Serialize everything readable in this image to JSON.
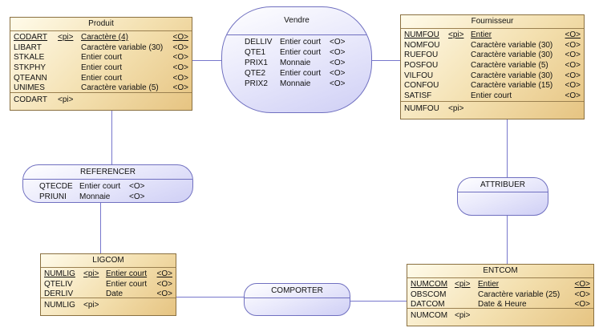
{
  "colors": {
    "entity_border": "#8a7040",
    "entity_fill": "#f3dfae",
    "association_border": "#7070c0",
    "association_fill": "#e8e8fb",
    "link": "#7777cc"
  },
  "entities": {
    "produit": {
      "name": "Produit",
      "attributes": [
        {
          "name": "CODART",
          "pi": "<pi>",
          "type": "Caractère (4)",
          "o": "<O>",
          "pk": true
        },
        {
          "name": "LIBART",
          "pi": "",
          "type": "Caractère variable (30)",
          "o": "<O>"
        },
        {
          "name": "STKALE",
          "pi": "",
          "type": "Entier court",
          "o": "<O>"
        },
        {
          "name": "STKPHY",
          "pi": "",
          "type": "Entier court",
          "o": "<O>"
        },
        {
          "name": "QTEANN",
          "pi": "",
          "type": "Entier court",
          "o": "<O>"
        },
        {
          "name": "UNIMES",
          "pi": "",
          "type": "Caractère variable (5)",
          "o": "<O>"
        }
      ],
      "identifier": "CODART",
      "identifier_tag": "<pi>"
    },
    "fournisseur": {
      "name": "Fournisseur",
      "attributes": [
        {
          "name": "NUMFOU",
          "pi": "<pi>",
          "type": "Entier",
          "o": "<O>",
          "pk": true
        },
        {
          "name": "NOMFOU",
          "pi": "",
          "type": "Caractère variable (30)",
          "o": "<O>"
        },
        {
          "name": "RUEFOU",
          "pi": "",
          "type": "Caractère variable (30)",
          "o": "<O>"
        },
        {
          "name": "POSFOU",
          "pi": "",
          "type": "Caractère variable (5)",
          "o": "<O>"
        },
        {
          "name": "VILFOU",
          "pi": "",
          "type": "Caractère variable (30)",
          "o": "<O>"
        },
        {
          "name": "CONFOU",
          "pi": "",
          "type": "Caractère variable (15)",
          "o": "<O>"
        },
        {
          "name": "SATISF",
          "pi": "",
          "type": "Entier court",
          "o": "<O>"
        }
      ],
      "identifier": "NUMFOU",
      "identifier_tag": "<pi>"
    },
    "ligcom": {
      "name": "LIGCOM",
      "attributes": [
        {
          "name": "NUMLIG",
          "pi": "<pi>",
          "type": "Entier court",
          "o": "<O>",
          "pk": true
        },
        {
          "name": "QTELIV",
          "pi": "",
          "type": "Entier court",
          "o": "<O>"
        },
        {
          "name": "DERLIV",
          "pi": "",
          "type": "Date",
          "o": "<O>"
        }
      ],
      "identifier": "NUMLIG",
      "identifier_tag": "<pi>"
    },
    "entcom": {
      "name": "ENTCOM",
      "attributes": [
        {
          "name": "NUMCOM",
          "pi": "<pi>",
          "type": "Entier",
          "o": "<O>",
          "pk": true
        },
        {
          "name": "OBSCOM",
          "pi": "",
          "type": "Caractère variable (25)",
          "o": "<O>"
        },
        {
          "name": "DATCOM",
          "pi": "",
          "type": "Date & Heure",
          "o": "<O>"
        }
      ],
      "identifier": "NUMCOM",
      "identifier_tag": "<pi>"
    }
  },
  "associations": {
    "vendre": {
      "name": "Vendre",
      "attributes": [
        {
          "name": "DELLIV",
          "type": "Entier court",
          "o": "<O>"
        },
        {
          "name": "QTE1",
          "type": "Entier court",
          "o": "<O>"
        },
        {
          "name": "PRIX1",
          "type": "Monnaie",
          "o": "<O>"
        },
        {
          "name": "QTE2",
          "type": "Entier court",
          "o": "<O>"
        },
        {
          "name": "PRIX2",
          "type": "Monnaie",
          "o": "<O>"
        }
      ]
    },
    "referencer": {
      "name": "REFERENCER",
      "attributes": [
        {
          "name": "QTECDE",
          "type": "Entier court",
          "o": "<O>"
        },
        {
          "name": "PRIUNI",
          "type": "Monnaie",
          "o": "<O>"
        }
      ]
    },
    "attribuer": {
      "name": "ATTRIBUER",
      "attributes": []
    },
    "comporter": {
      "name": "COMPORTER",
      "attributes": []
    }
  }
}
